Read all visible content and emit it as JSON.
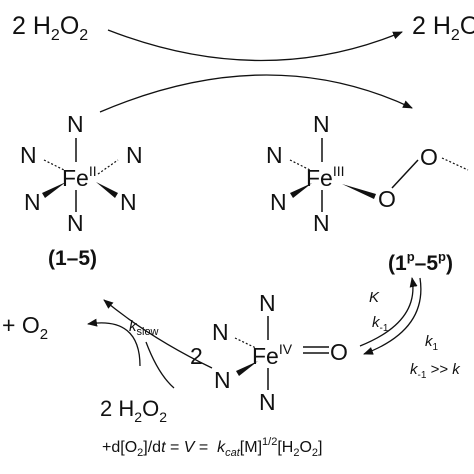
{
  "top": {
    "left": {
      "coef": "2",
      "formula": [
        "H",
        "2",
        "O",
        "2"
      ]
    },
    "right": {
      "coef": "2",
      "formula": [
        "H",
        "2",
        "O"
      ]
    }
  },
  "complex1": {
    "ligand": "N",
    "metal": "Fe",
    "ox": "II",
    "label": {
      "open": "(",
      "text": "1–5",
      "close": ")"
    }
  },
  "complex2": {
    "ligand": "N",
    "metal": "Fe",
    "ox": "III",
    "o1": "O",
    "o2": "O",
    "label": {
      "open": "(",
      "a": "1",
      "a_sup": "p",
      "dash": "–",
      "b": "5",
      "b_sup": "p",
      "close": ")"
    }
  },
  "complex3": {
    "prefix": "2",
    "ligand": "N",
    "metal": "Fe",
    "ox": "IV",
    "oxo": "O"
  },
  "left_cycle": {
    "product": {
      "plus": "+",
      "formula": [
        "O",
        "2"
      ]
    },
    "k_label": {
      "k": "k",
      "sub": "slow"
    },
    "reagent": {
      "coef": "2",
      "formula": [
        "H",
        "2",
        "O",
        "2"
      ]
    }
  },
  "right_eq": {
    "K": "K",
    "km1": {
      "k": "k",
      "sub": "-1"
    },
    "k1": {
      "k": "k",
      "sub": "1"
    },
    "cond": {
      "k": "k",
      "sub": "-1",
      "rel": ">>",
      "k2": "k"
    }
  },
  "rate_law": {
    "lhs": "+d[O",
    "lhs_sub": "2",
    "lhs_tail": "]/d",
    "t": "t",
    "eq1": " = ",
    "V": "V",
    "eq2": " = ",
    "k": "k",
    "k_sub": "cat",
    "M": "[M]",
    "exp": "1/2",
    "h2o2": "[H",
    "h2o2_sub1": "2",
    "h2o2_mid": "O",
    "h2o2_sub2": "2",
    "h2o2_end": "]"
  }
}
